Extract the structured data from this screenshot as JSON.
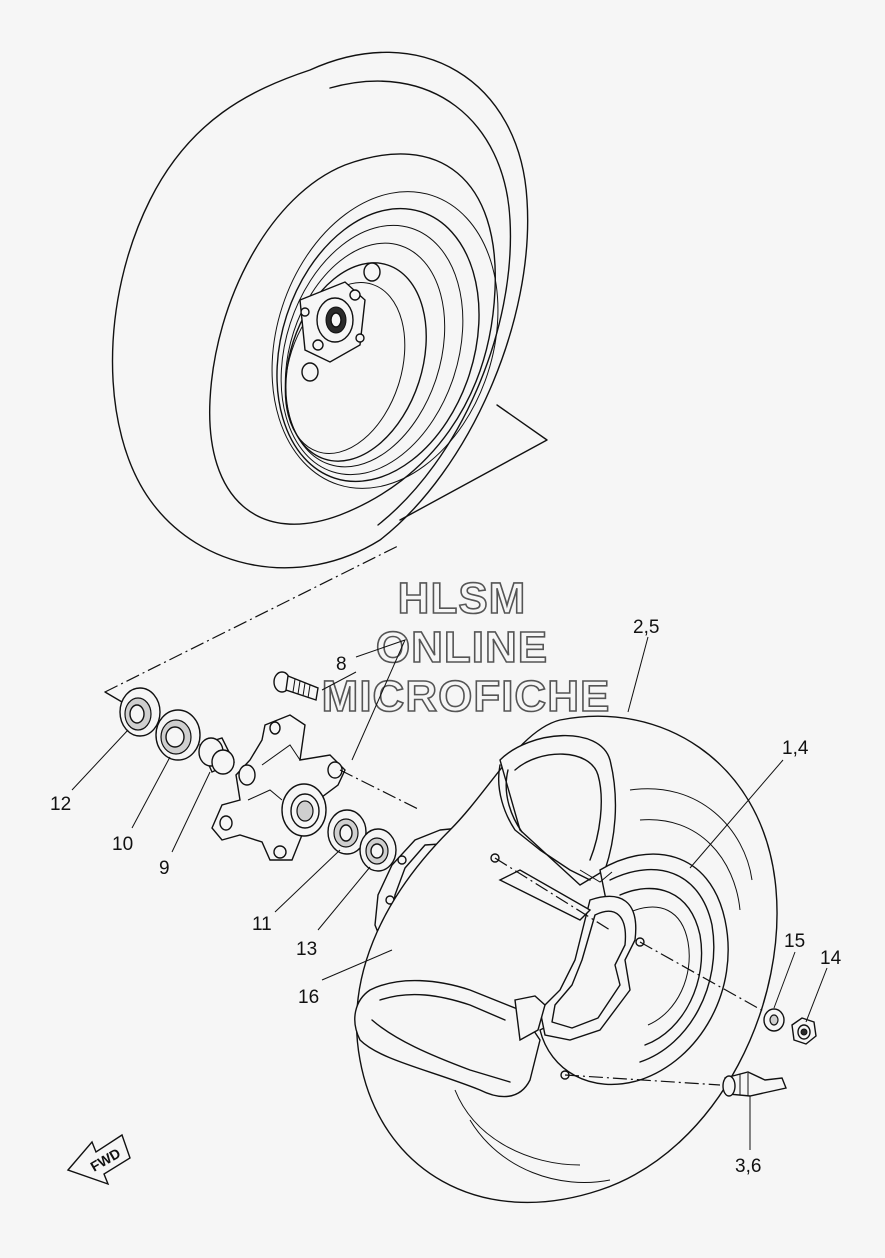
{
  "watermark": {
    "line1": "HLSM",
    "line2": "ONLINE",
    "line3": "MICROFICHE"
  },
  "direction_arrow": {
    "label": "FWD"
  },
  "callouts": {
    "c_2_5": "2,5",
    "c_1_4": "1,4",
    "c_8": "8",
    "c_12": "12",
    "c_10": "10",
    "c_9": "9",
    "c_11": "11",
    "c_13": "13",
    "c_16": "16",
    "c_15": "15",
    "c_14": "14",
    "c_3_6": "3,6"
  }
}
